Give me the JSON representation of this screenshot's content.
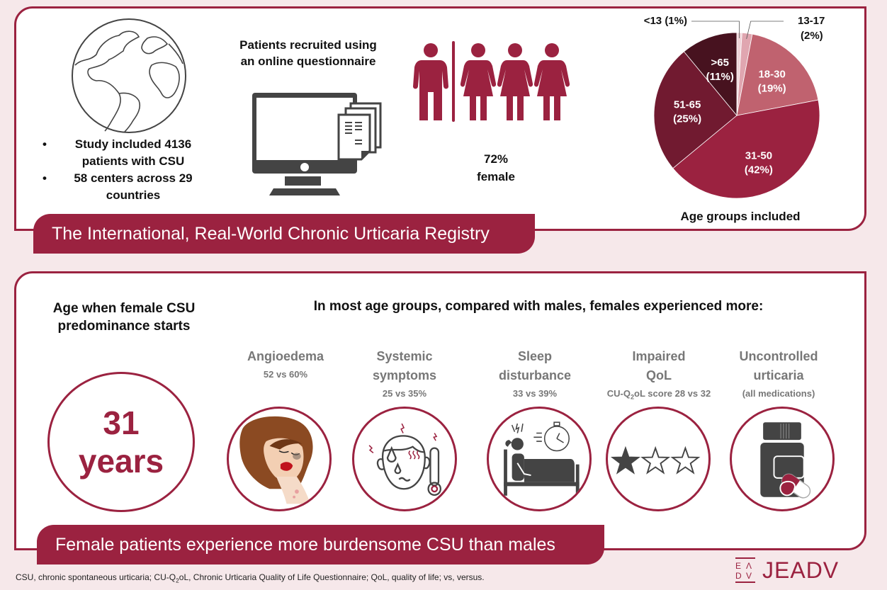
{
  "colors": {
    "brand": "#9b2240",
    "background": "#f6e8ea",
    "icon_gray": "#444444",
    "subtitle_gray": "#777777"
  },
  "registry": {
    "banner_title": "The International, Real-World Chronic Urticaria Registry",
    "globe_icon": "globe-icon",
    "study_points": [
      "Study included 4136 patients with CSU",
      "58 centers across 29 countries"
    ],
    "recruitment_label": "Patients recruited using an online questionnaire",
    "computer_icon": "computer-with-documents-icon",
    "gender": {
      "people_icons": [
        "male",
        "female",
        "female",
        "female"
      ],
      "percent": "72%",
      "label": "female"
    }
  },
  "chart_data": {
    "type": "pie",
    "title": "Age groups included",
    "start": "12 o'clock",
    "direction": "clockwise",
    "slices": [
      {
        "label": "<13",
        "pct_label": "(1%)",
        "value": 1,
        "color": "#efd3d8",
        "label_outside": true
      },
      {
        "label": "13-17",
        "pct_label": "(2%)",
        "value": 2,
        "color": "#e0a6b0",
        "label_outside": true
      },
      {
        "label": "18-30",
        "pct_label": "(19%)",
        "value": 19,
        "color": "#c0626f",
        "label_outside": false
      },
      {
        "label": "31-50",
        "pct_label": "(42%)",
        "value": 42,
        "color": "#9b2240",
        "label_outside": false
      },
      {
        "label": "51-65",
        "pct_label": "(25%)",
        "value": 25,
        "color": "#711a30",
        "label_outside": false
      },
      {
        "label": ">65",
        "pct_label": "(11%)",
        "value": 11,
        "color": "#47121f",
        "label_outside": false
      }
    ]
  },
  "findings": {
    "banner_title": "Female patients experience more burdensome CSU than males",
    "age_start_label": "Age when female CSU predominance starts",
    "age_value": "31",
    "age_unit": "years",
    "heading": "In most age groups, compared with males, females experienced more:",
    "outcomes": [
      {
        "title": "Angioedema",
        "stat": "52 vs 60%",
        "icon": "swollen-face-icon"
      },
      {
        "title": "Systemic symptoms",
        "stat": "25 vs 35%",
        "icon": "fever-headache-icon"
      },
      {
        "title": "Sleep disturbance",
        "stat": "33 vs 39%",
        "icon": "sleepless-bed-icon"
      },
      {
        "title": "Impaired QoL",
        "stat_prefix": "CU-Q",
        "stat_sub": "2",
        "stat_suffix": "oL score 28 vs 32",
        "icon": "star-rating-icon",
        "rating": {
          "filled": 1,
          "total": 3
        }
      },
      {
        "title": "Uncontrolled urticaria",
        "stat": "(all medications)",
        "icon": "pill-bottle-icon"
      }
    ]
  },
  "footnote": {
    "part1": "CSU, chronic spontaneous urticaria; CU-Q",
    "sub": "2",
    "part2": "oL, Chronic Urticaria Quality of Life Questionnaire; QoL, quality of life; vs, versus."
  },
  "journal_logo": {
    "mark": "EADV",
    "name": "JEADV"
  }
}
